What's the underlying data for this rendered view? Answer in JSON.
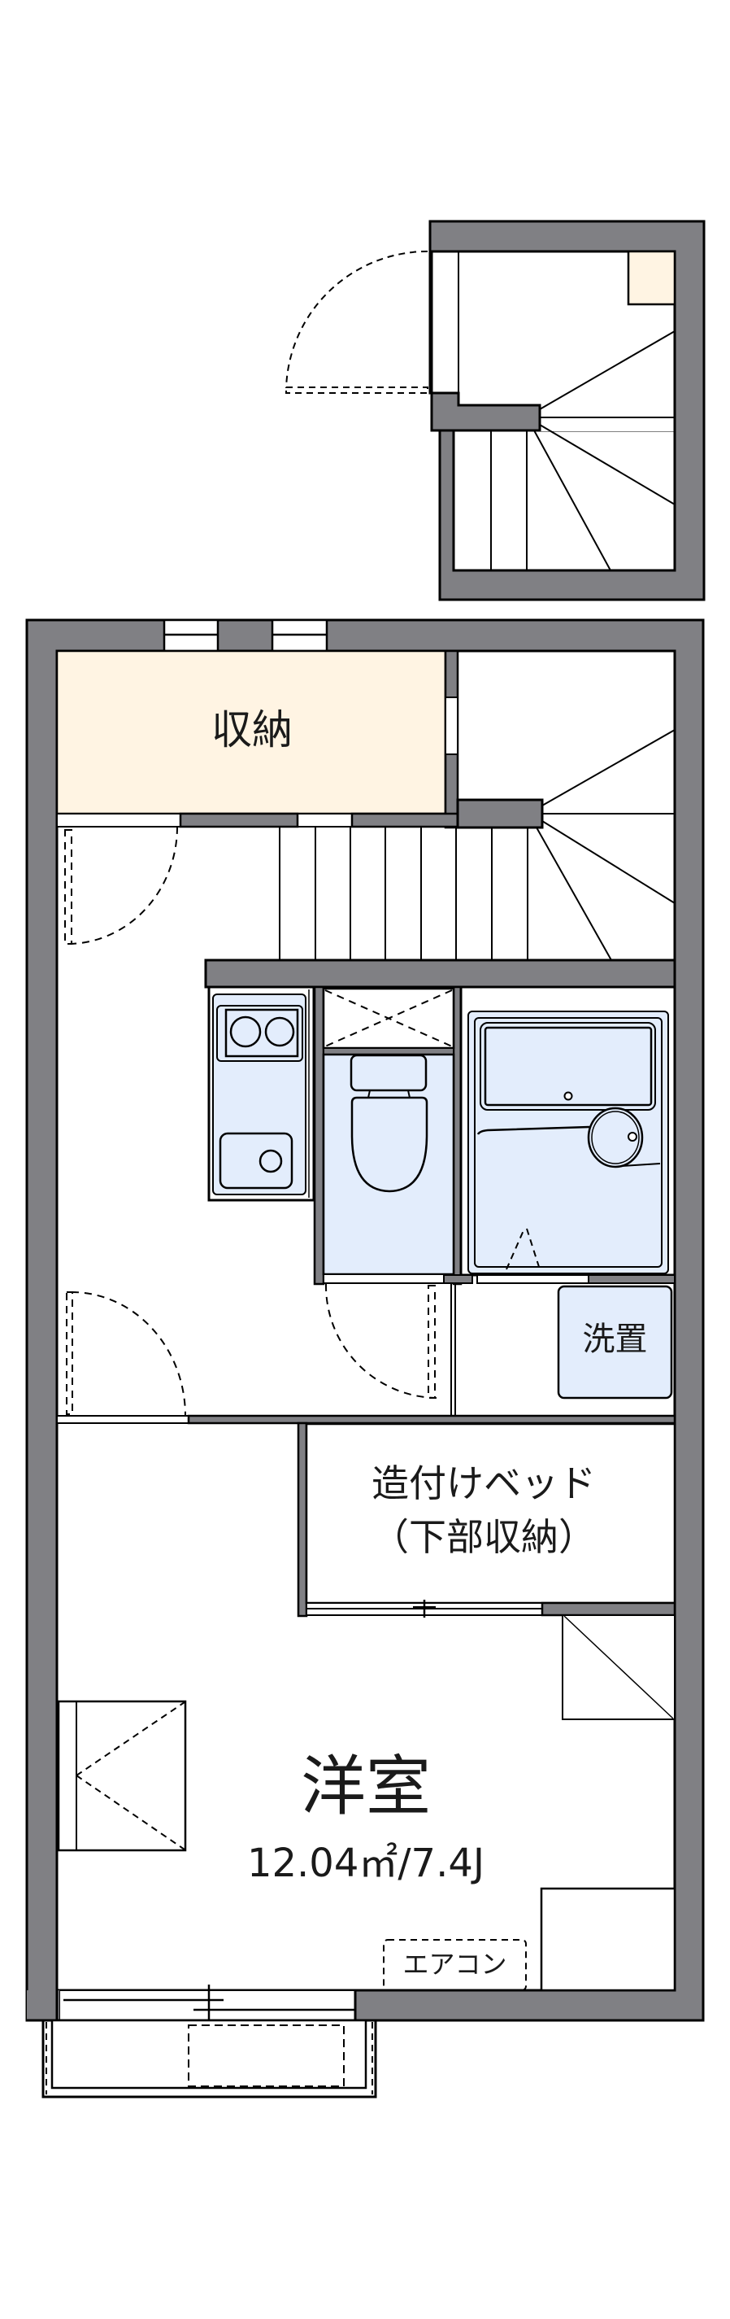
{
  "plan": {
    "colors": {
      "wall": "#808084",
      "outline": "#000000",
      "storage_fill": "#fff4e3",
      "fixture_fill": "#e3edfc",
      "floor": "#ffffff"
    },
    "rooms": {
      "storage": {
        "label": "収納"
      },
      "washer": {
        "label": "洗置"
      },
      "built_in_bed": {
        "line1": "造付けベッド",
        "line2": "（下部収納）"
      },
      "western_room": {
        "label": "洋室",
        "area": "12.04㎡/7.4J"
      },
      "air_conditioner": {
        "label": "エアコン"
      }
    },
    "fixtures": [
      "upper-staircase",
      "staircase",
      "kitchen-stove",
      "kitchen-sink",
      "toilet",
      "unit-bath",
      "washer-space",
      "closet",
      "balcony"
    ]
  }
}
